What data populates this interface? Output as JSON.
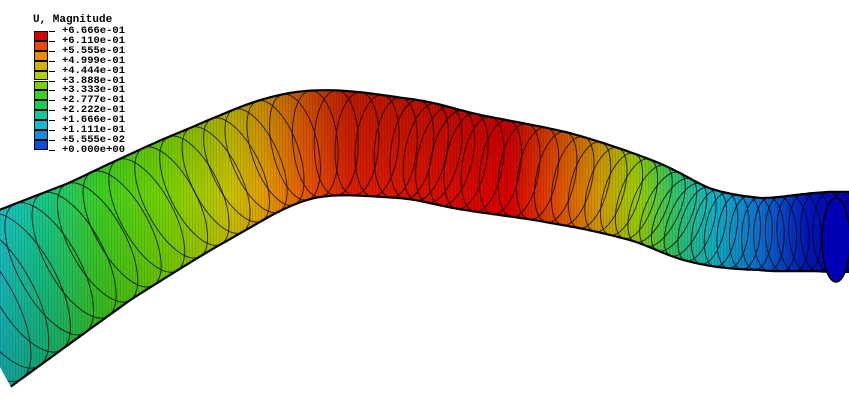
{
  "legend": {
    "title": "U, Magnitude",
    "entries": [
      "+6.666e-01",
      "+6.110e-01",
      "+5.555e-01",
      "+4.999e-01",
      "+4.444e-01",
      "+3.888e-01",
      "+3.333e-01",
      "+2.777e-01",
      "+2.222e-01",
      "+1.666e-01",
      "+1.111e-01",
      "+5.555e-02",
      "+0.000e+00"
    ],
    "colors": [
      "#d90000",
      "#e84a00",
      "#e98c00",
      "#d2b400",
      "#b4cf00",
      "#7ad300",
      "#3fcf20",
      "#15cc55",
      "#0ecb99",
      "#0fbad2",
      "#0f8ee0",
      "#0a4fdc",
      "#0000c8"
    ]
  },
  "contour": {
    "min_value": 0,
    "max_value": 0.6666,
    "band_count": 12
  }
}
